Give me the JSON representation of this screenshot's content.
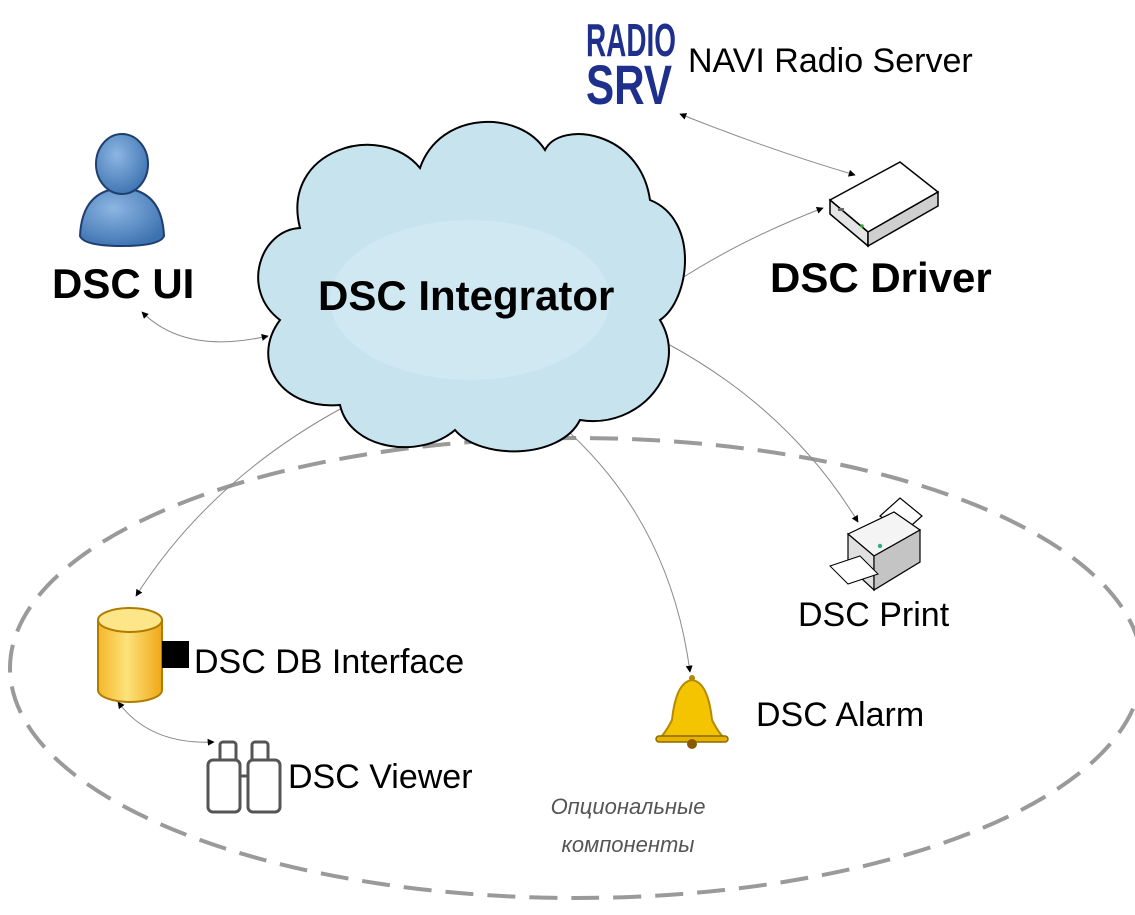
{
  "nodes": {
    "radio_logo_top": "RADIO",
    "radio_logo_bottom": "SRV",
    "radio_server": "NAVI Radio Server",
    "ui": "DSC UI",
    "integrator": "DSC Integrator",
    "driver": "DSC Driver",
    "print": "DSC Print",
    "db_interface": "DSC DB Interface",
    "alarm": "DSC Alarm",
    "viewer": "DSC Viewer"
  },
  "optional_group": {
    "line1": "Опциональные",
    "line2": "компоненты"
  },
  "colors": {
    "cloud_fill": "#c6e3ee",
    "cloud_stroke": "#000000",
    "user_blue": "#5b8fc7",
    "db_yellow": "#f7c948",
    "bell_yellow": "#f4c400",
    "radio_blue": "#1f2f8c",
    "dash_gray": "#9a9a9a"
  },
  "icons": [
    "radio-logo-icon",
    "user-icon",
    "server-box-icon",
    "printer-icon",
    "database-icon",
    "bell-icon",
    "binoculars-icon"
  ]
}
